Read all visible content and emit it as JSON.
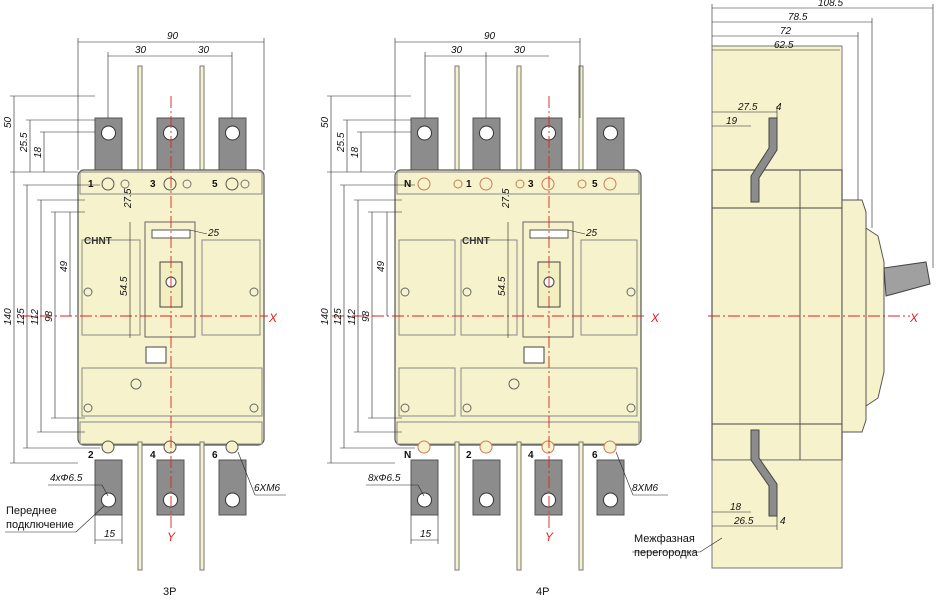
{
  "colors": {
    "body": "#f6f3cc",
    "body_stroke": "#555555",
    "busbar": "#8c8c8c",
    "axis": "#e02020",
    "terminal": "#c87c5a"
  },
  "views": {
    "p3": {
      "caption": "3P",
      "top_terms": [
        "1",
        "3",
        "5"
      ],
      "bottom_terms": [
        "2",
        "4",
        "6"
      ],
      "dim_90": "90",
      "dim_30a": "30",
      "dim_30b": "30",
      "dim_50": "50",
      "dim_255": "25.5",
      "dim_18": "18",
      "dim_140": "140",
      "dim_125": "125",
      "dim_112": "112",
      "dim_98": "98",
      "dim_49": "49",
      "dim_545": "54.5",
      "dim_275": "27.5",
      "dim_25": "25",
      "dim_15": "15",
      "holes": "4xФ6.5",
      "screws": "6ХМ6",
      "logo": "CHNT",
      "axis_x": "X",
      "axis_y": "Y",
      "note_front": [
        "Переднее",
        "подключение"
      ]
    },
    "p4": {
      "caption": "4P",
      "top_terms": [
        "N",
        "1",
        "3",
        "5"
      ],
      "bottom_terms": [
        "N",
        "2",
        "4",
        "6"
      ],
      "dim_90": "90",
      "dim_30a": "30",
      "dim_30b": "30",
      "dim_50": "50",
      "dim_255": "25.5",
      "dim_18": "18",
      "dim_140": "140",
      "dim_125": "125",
      "dim_112": "112",
      "dim_98": "98",
      "dim_49": "49",
      "dim_545": "54.5",
      "dim_275": "27.5",
      "dim_25": "25",
      "dim_15": "15",
      "holes": "8xФ6.5",
      "screws": "8ХМ6",
      "logo": "CHNT",
      "axis_x": "X",
      "axis_y": "Y"
    },
    "side": {
      "dim_1085": "108.5",
      "dim_785": "78.5",
      "dim_72": "72",
      "dim_625": "62.5",
      "dim_275": "27.5",
      "dim_4a": "4",
      "dim_19": "19",
      "dim_18": "18",
      "dim_265": "26.5",
      "dim_4b": "4",
      "axis_x": "X",
      "note_barrier": [
        "Межфазная",
        "перегородка"
      ]
    }
  }
}
